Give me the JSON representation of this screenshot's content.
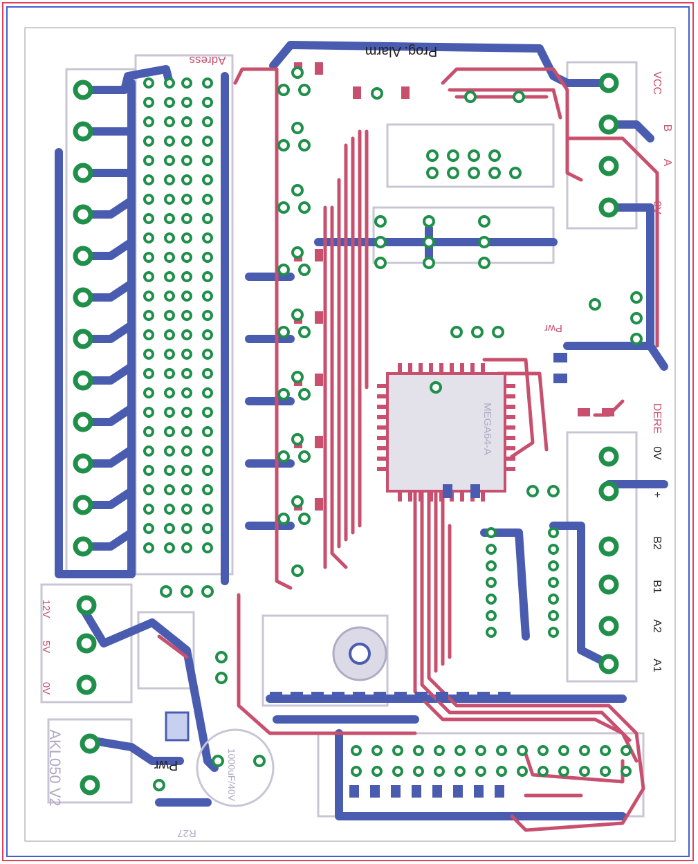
{
  "board": {
    "title_labels": {
      "adress": "Adress",
      "prog_alarm": "Prog. Alarm",
      "pwr_mid": "Pwr",
      "pwr_bottom": "Pwr",
      "dere": "DERE",
      "ic_name": "MEGA64-A",
      "board_id": "AKL050 V2",
      "r27": "R27",
      "cap_value": "1000uF/40V"
    },
    "connector_right_top": [
      "VCC",
      "B",
      "A",
      "0V"
    ],
    "connector_right_bottom": [
      "0V",
      "+",
      "B2",
      "B1",
      "A2",
      "A1"
    ],
    "power_labels": [
      "12V",
      "5V",
      "0V"
    ],
    "colors": {
      "top_copper": "#c8506e",
      "bottom_copper": "#4a5cb0",
      "pad": "#1f8f4a",
      "outline_red": "#e0405a",
      "outline_blue": "#4060d0",
      "silk": "#b9b4c8"
    }
  }
}
